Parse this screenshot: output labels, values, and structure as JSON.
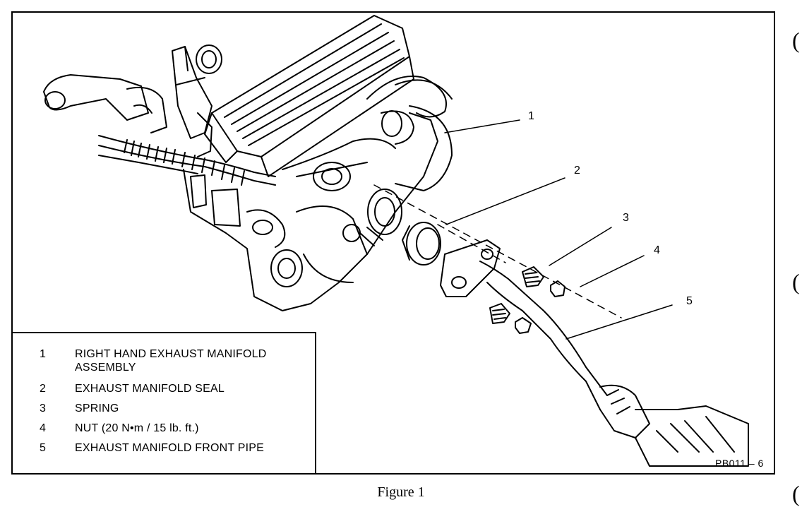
{
  "callouts": [
    "1",
    "2",
    "3",
    "4",
    "5"
  ],
  "legend": [
    {
      "num": "1",
      "text": "RIGHT HAND EXHAUST MANIFOLD ASSEMBLY"
    },
    {
      "num": "2",
      "text": "EXHAUST MANIFOLD SEAL"
    },
    {
      "num": "3",
      "text": "SPRING"
    },
    {
      "num": "4",
      "text": "NUT (20 N•m / 15 lb. ft.)"
    },
    {
      "num": "5",
      "text": "EXHAUST MANIFOLD FRONT PIPE"
    }
  ],
  "ref_code": "PB011 – 6",
  "caption": "Figure 1",
  "margin_marks": [
    "(",
    "(",
    "("
  ]
}
